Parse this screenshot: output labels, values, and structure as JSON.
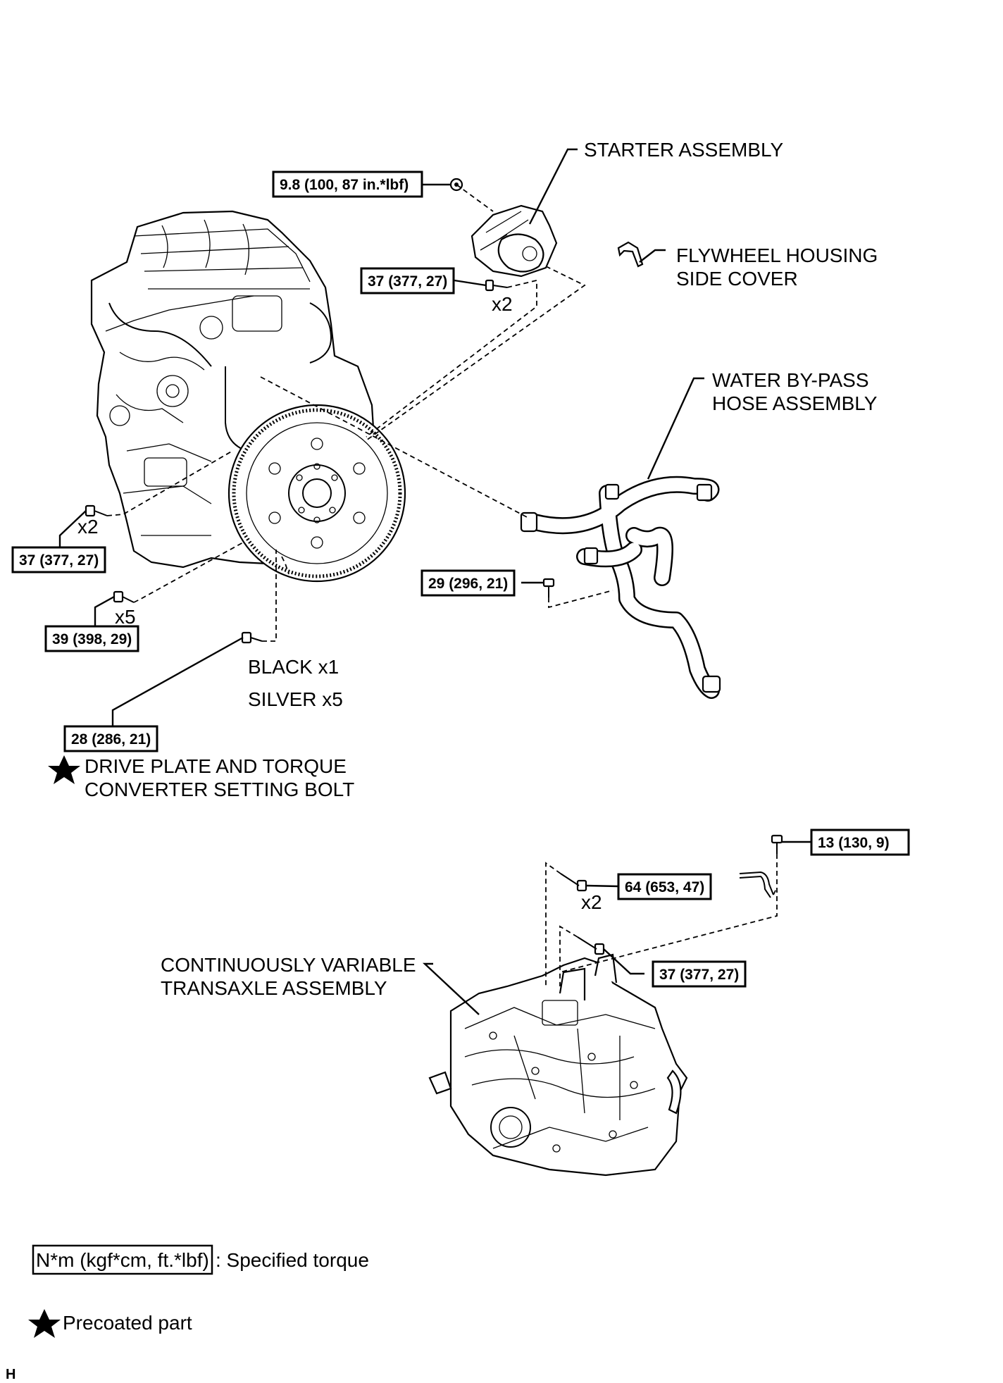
{
  "parts": {
    "starter": "STARTER ASSEMBLY",
    "flywheel_line1": "FLYWHEEL HOUSING",
    "flywheel_line2": "SIDE COVER",
    "water_line1": "WATER BY-PASS",
    "water_line2": "HOSE ASSEMBLY",
    "cvt_line1": "CONTINUOUSLY VARIABLE",
    "cvt_line2": "TRANSAXLE ASSEMBLY",
    "drive_plate_line1": "DRIVE PLATE AND TORQUE",
    "drive_plate_line2": "CONVERTER SETTING BOLT",
    "black": "BLACK x1",
    "silver": "SILVER x5"
  },
  "torques": {
    "starter_nut": "9.8 (100, 87 in.*lbf)",
    "starter_bolt": "37 (377, 27)",
    "engine_left_bolt": "37 (377, 27)",
    "engine_bottom_bolt": "39 (398, 29)",
    "drive_plate_bolt": "28 (286, 21)",
    "hose_bolt": "29 (296, 21)",
    "bracket_bolt": "13 (130,  9)",
    "cvt_upper_bolt": "64 (653, 47)",
    "cvt_lower_bolt": "37 (377, 27)"
  },
  "counts": {
    "starter_bolt": "x2",
    "engine_left_bolt": "x2",
    "engine_bottom_bolt": "x5",
    "cvt_upper_bolt": "x2"
  },
  "legend": {
    "torque_box": "N*m (kgf*cm, ft.*lbf)",
    "torque_text": ": Specified torque",
    "precoated_text": "Precoated part"
  },
  "footer_code": "H",
  "icons": {
    "precoat": "star-icon"
  }
}
